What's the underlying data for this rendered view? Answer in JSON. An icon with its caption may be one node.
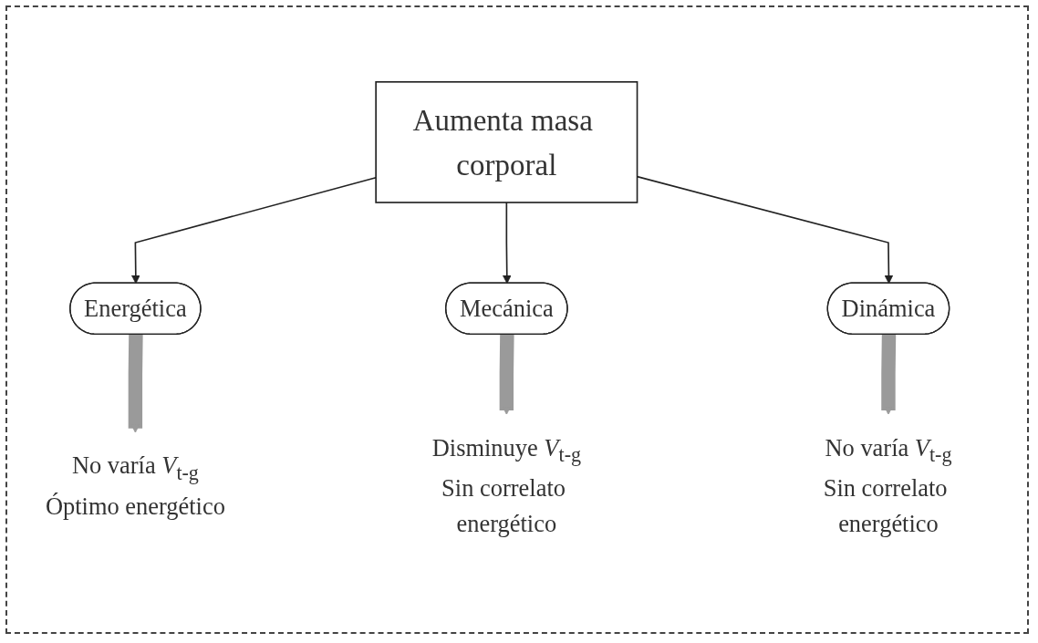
{
  "diagram": {
    "nodes": [
      {
        "text": [
          "Aumenta masa corporal"
        ]
      },
      {
        "text": [
          "Energética"
        ]
      },
      {
        "text": [
          "Mecánica"
        ]
      },
      {
        "text": [
          "Dinámica"
        ]
      },
      {
        "text": [
          "No varía *V*$_{t-g}$",
          "Óptimo energético"
        ]
      },
      {
        "text": [
          "Disminuye *V*$_{t-g}$",
          "Sin correlato energético"
        ]
      },
      {
        "text": [
          "No varía *V*$_{t-g}$",
          "Sin correlato energético"
        ]
      }
    ],
    "edges": [
      {
        "from": 0,
        "to": 1,
        "arrow": "to"
      },
      {
        "from": 0,
        "to": 2,
        "arrow": "to"
      },
      {
        "from": 0,
        "to": 3,
        "arrow": "to"
      },
      {
        "from": 1,
        "to": 4,
        "arrow": "to",
        "style": "thick",
        "color": "#9a9a9a"
      },
      {
        "from": 2,
        "to": 5,
        "arrow": "to",
        "style": "thick",
        "color": "#9a9a9a"
      },
      {
        "from": 3,
        "to": 6,
        "arrow": "to",
        "style": "thick",
        "color": "#9a9a9a"
      }
    ]
  }
}
